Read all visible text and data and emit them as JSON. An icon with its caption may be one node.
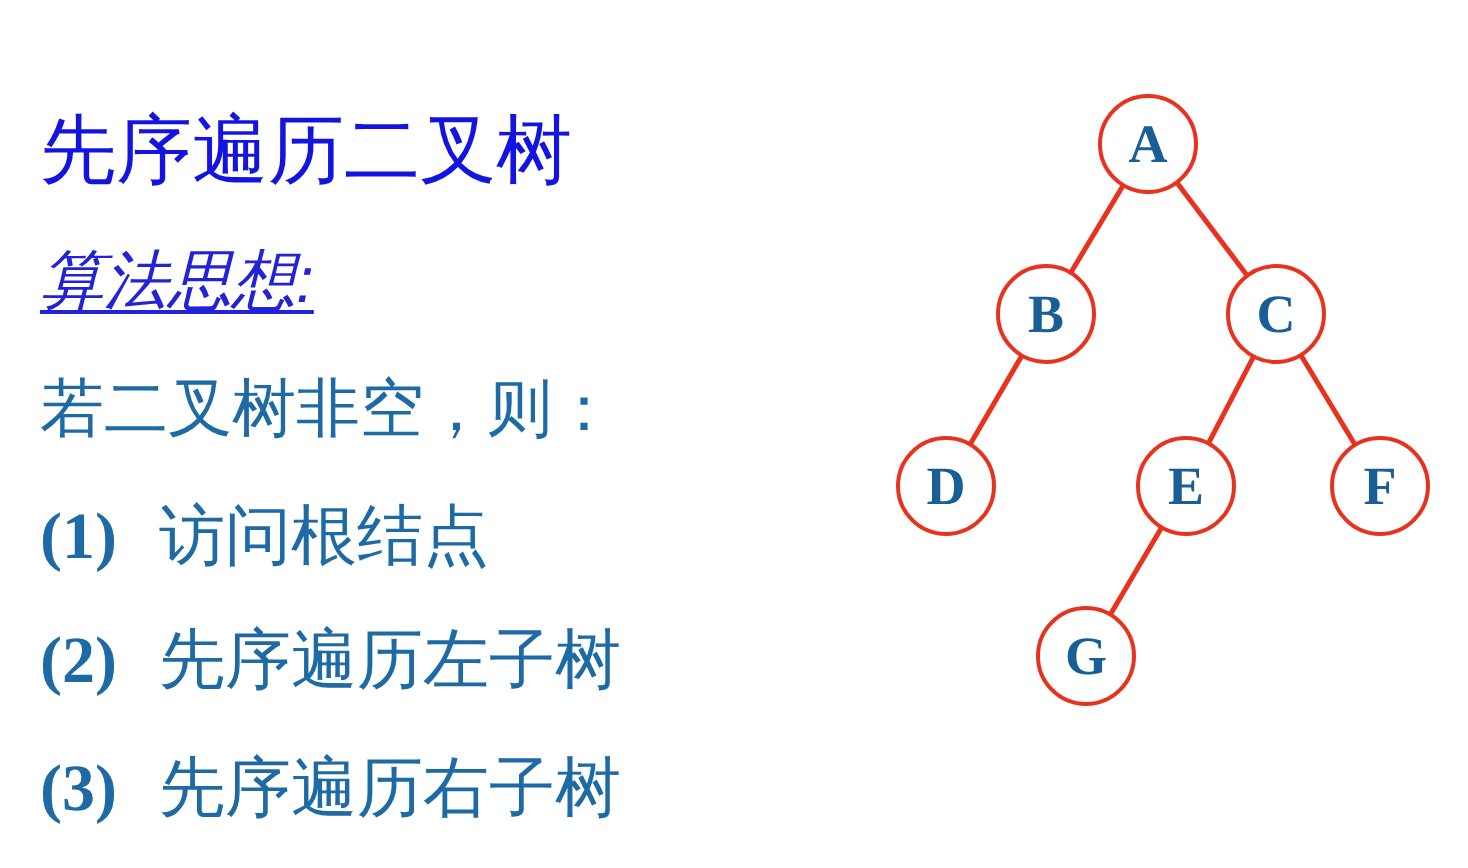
{
  "diagram": {
    "title": "先序遍历二叉树",
    "nodes": [
      {
        "text": [
          "A"
        ]
      },
      {
        "text": [
          "B"
        ]
      },
      {
        "text": [
          "C"
        ]
      },
      {
        "text": [
          "D"
        ]
      },
      {
        "text": [
          "E"
        ]
      },
      {
        "text": [
          "F"
        ]
      },
      {
        "text": [
          "G"
        ]
      }
    ],
    "edges": [
      {
        "from": 0,
        "to": 1,
        "arrow": "none"
      },
      {
        "from": 0,
        "to": 2,
        "arrow": "none"
      },
      {
        "from": 1,
        "to": 3,
        "arrow": "none"
      },
      {
        "from": 2,
        "to": 4,
        "arrow": "none"
      },
      {
        "from": 2,
        "to": 5,
        "arrow": "none"
      },
      {
        "from": 4,
        "to": 6,
        "arrow": "none"
      }
    ],
    "labels": [
      "算法思想:",
      "若二叉树非空，则：",
      "**(1)** 访问根结点",
      "**(2)** 先序遍历左子树",
      "**(3)** 先序遍历右子树"
    ]
  }
}
